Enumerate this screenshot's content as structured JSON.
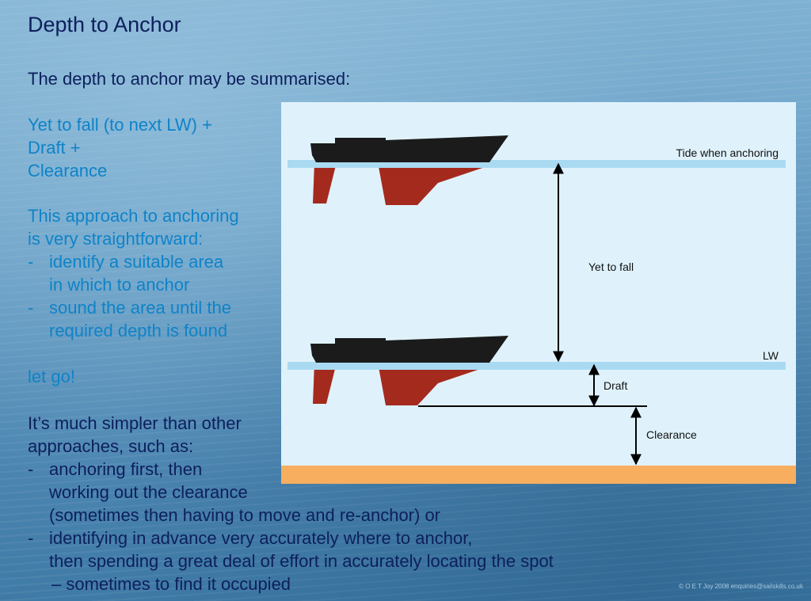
{
  "slide": {
    "title": "Depth to Anchor",
    "intro": "The depth to anchor may be summarised:"
  },
  "formula": {
    "line1": "Yet to fall (to next LW) +",
    "line2": "Draft +",
    "line3": "Clearance"
  },
  "approach": {
    "line1": "This approach to anchoring",
    "line2": "is very straightforward:",
    "bullets": [
      {
        "dash": "-",
        "first": "identify a suitable area",
        "rest": "in which to anchor"
      },
      {
        "dash": "-",
        "first": "sound the area until the",
        "rest": "required depth is found"
      }
    ]
  },
  "letgo": "let go!",
  "comparison": {
    "line1": "It’s much simpler than other",
    "line2": "approaches, such as:",
    "bullets": [
      {
        "dash": "-",
        "lines": [
          "anchoring first, then",
          "working out the clearance",
          "(sometimes then having to move and re-anchor) or"
        ]
      },
      {
        "dash": "-",
        "lines": [
          "identifying in advance very accurately where to anchor,",
          "then spending a great deal of effort in accurately locating the spot",
          " – sometimes to find it occupied"
        ]
      }
    ]
  },
  "diagram": {
    "labels": {
      "tide": "Tide when anchoring",
      "lw": "LW",
      "yet_to_fall": "Yet to fall",
      "draft": "Draft",
      "clearance": "Clearance"
    },
    "colors": {
      "panel": "#dff2fb",
      "water_line": "#a9daf2",
      "hull_topside": "#1b1b1b",
      "keel": "#a52a1e",
      "seabed": "#f7ae5f"
    }
  },
  "copyright": "© O E T Joy 2008 enquiries@sailskills.co.uk"
}
